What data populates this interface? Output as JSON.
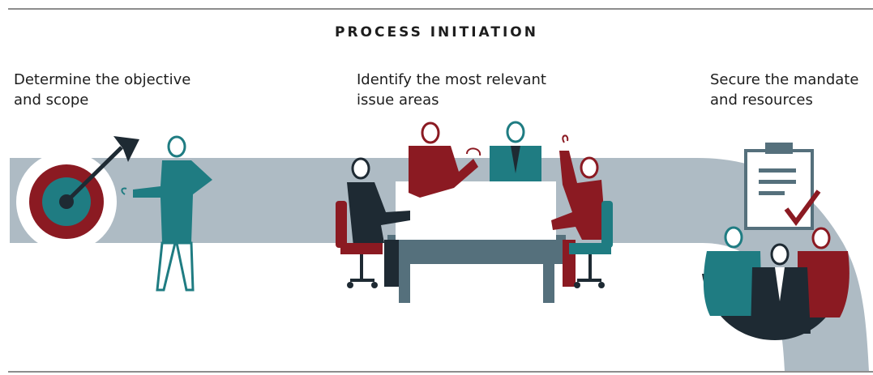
{
  "diagram": {
    "title": "PROCESS INITIATION",
    "steps": [
      {
        "text": "Determine the objective and scope",
        "lines": [
          "Determine the objective",
          "and scope"
        ]
      },
      {
        "text": "Identify the most relevant issue areas",
        "lines": [
          "Identify the most relevant",
          "issue areas"
        ]
      },
      {
        "text": "Secure the mandate and resources",
        "lines": [
          "Secure the mandate",
          "and resources"
        ]
      }
    ]
  },
  "colors": {
    "band": "#aebbc4",
    "teal": "#1f7c82",
    "red": "#8b1a22",
    "dark": "#1e2a33",
    "slate": "#55707c",
    "rule": "#8d8d8d"
  },
  "icons": [
    "target-icon",
    "arrow-icon",
    "person-icon",
    "meeting-table-icon",
    "office-chair-icon",
    "clipboard-icon",
    "checkmark-icon",
    "team-icon"
  ]
}
